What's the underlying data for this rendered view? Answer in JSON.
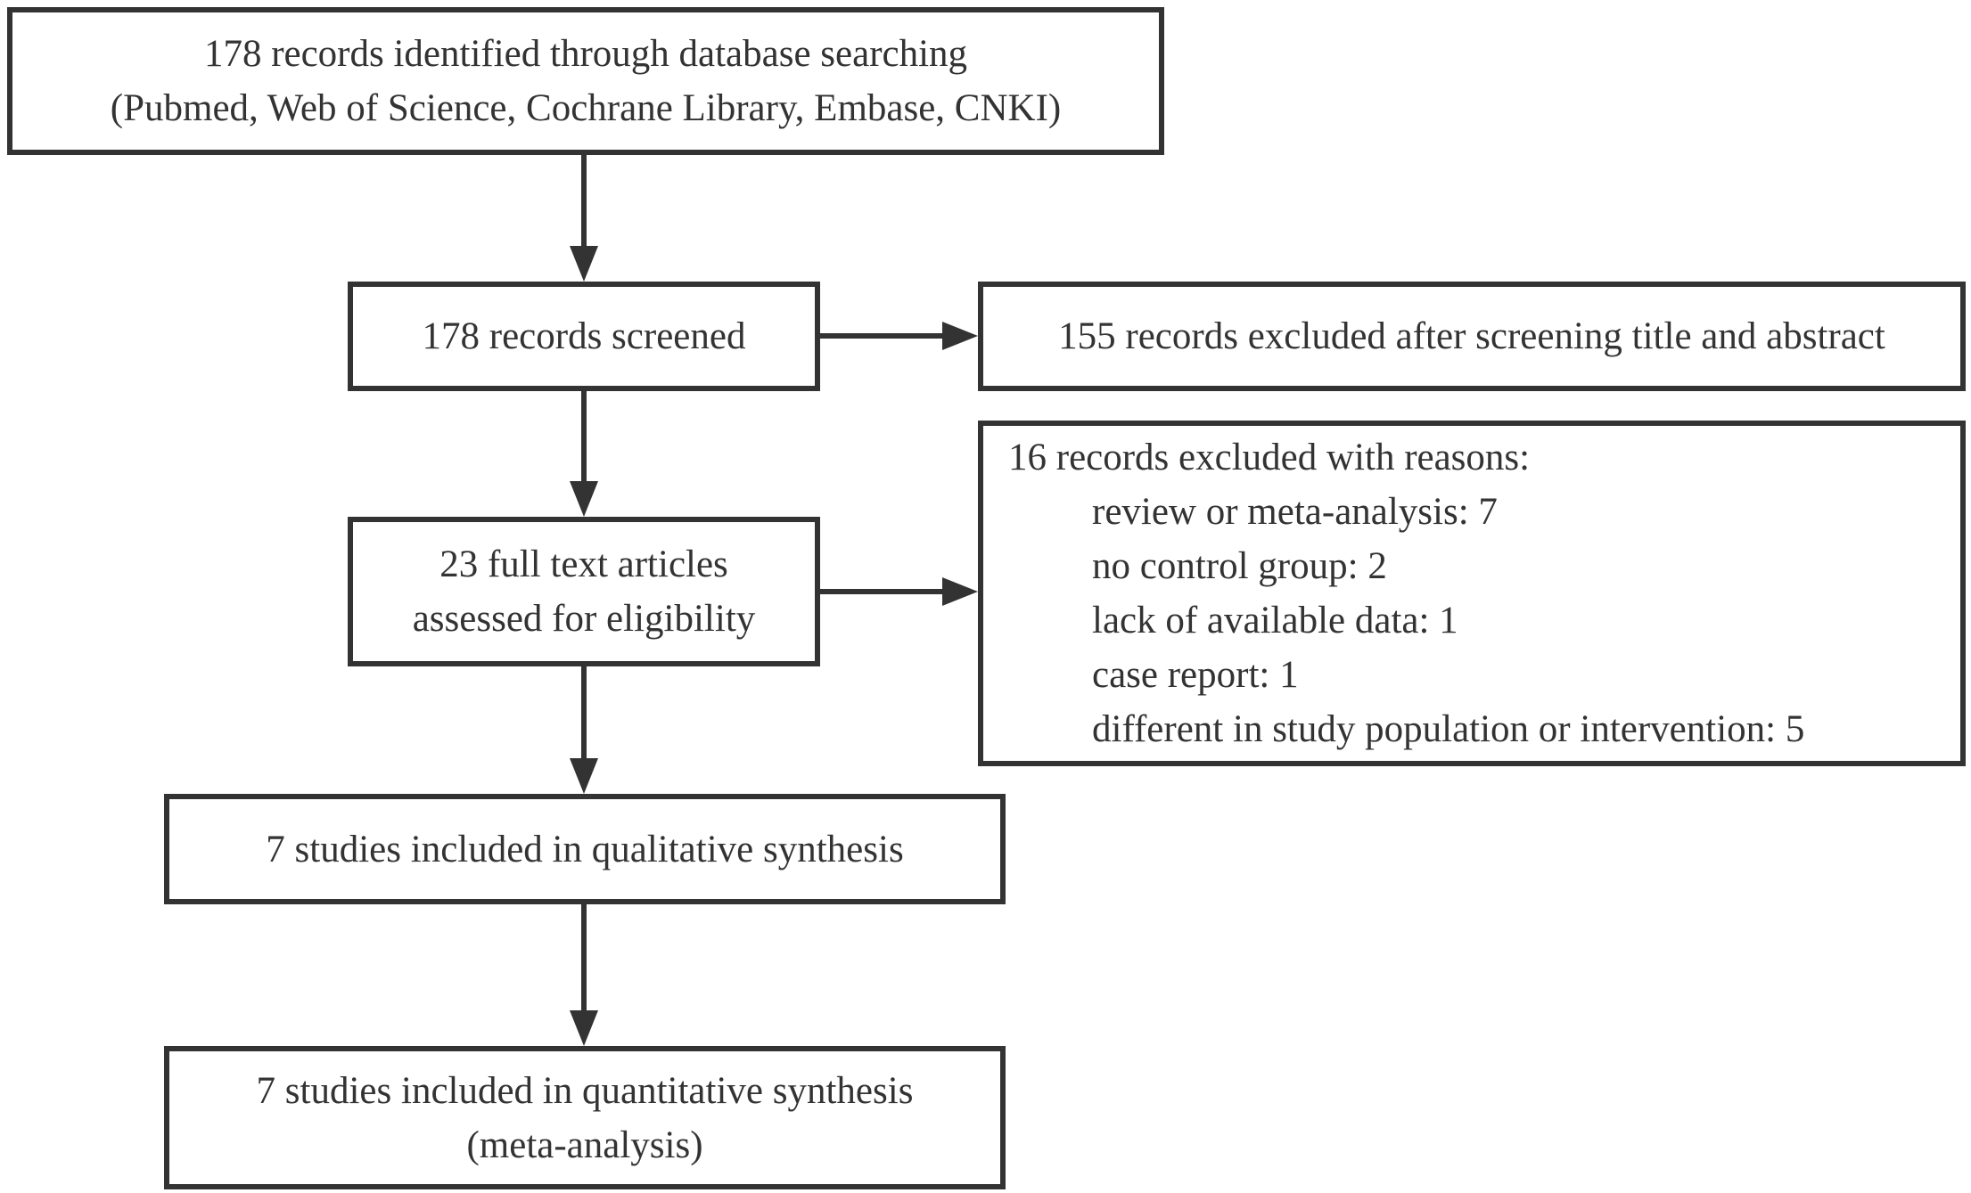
{
  "boxes": {
    "identified": {
      "line1": "178 records identified through database searching",
      "line2": "(Pubmed, Web of Science, Cochrane Library, Embase, CNKI)"
    },
    "screened": {
      "line1": "178 records screened"
    },
    "excluded_screening": {
      "line1": "155 records excluded after screening title and abstract"
    },
    "full_text": {
      "line1": "23 full text articles",
      "line2": "assessed for eligibility"
    },
    "excluded_reasons": {
      "heading": "16 records excluded with reasons:",
      "reasons": [
        "review or meta-analysis: 7",
        "no control group: 2",
        "lack of available data: 1",
        "case report: 1",
        "different in study population or intervention: 5"
      ]
    },
    "qualitative": {
      "line1": "7 studies included in qualitative synthesis"
    },
    "quantitative": {
      "line1": "7 studies included in quantitative synthesis",
      "line2": "(meta-analysis)"
    }
  },
  "colors": {
    "stroke": "#333333",
    "text": "#333333",
    "background": "#ffffff"
  }
}
